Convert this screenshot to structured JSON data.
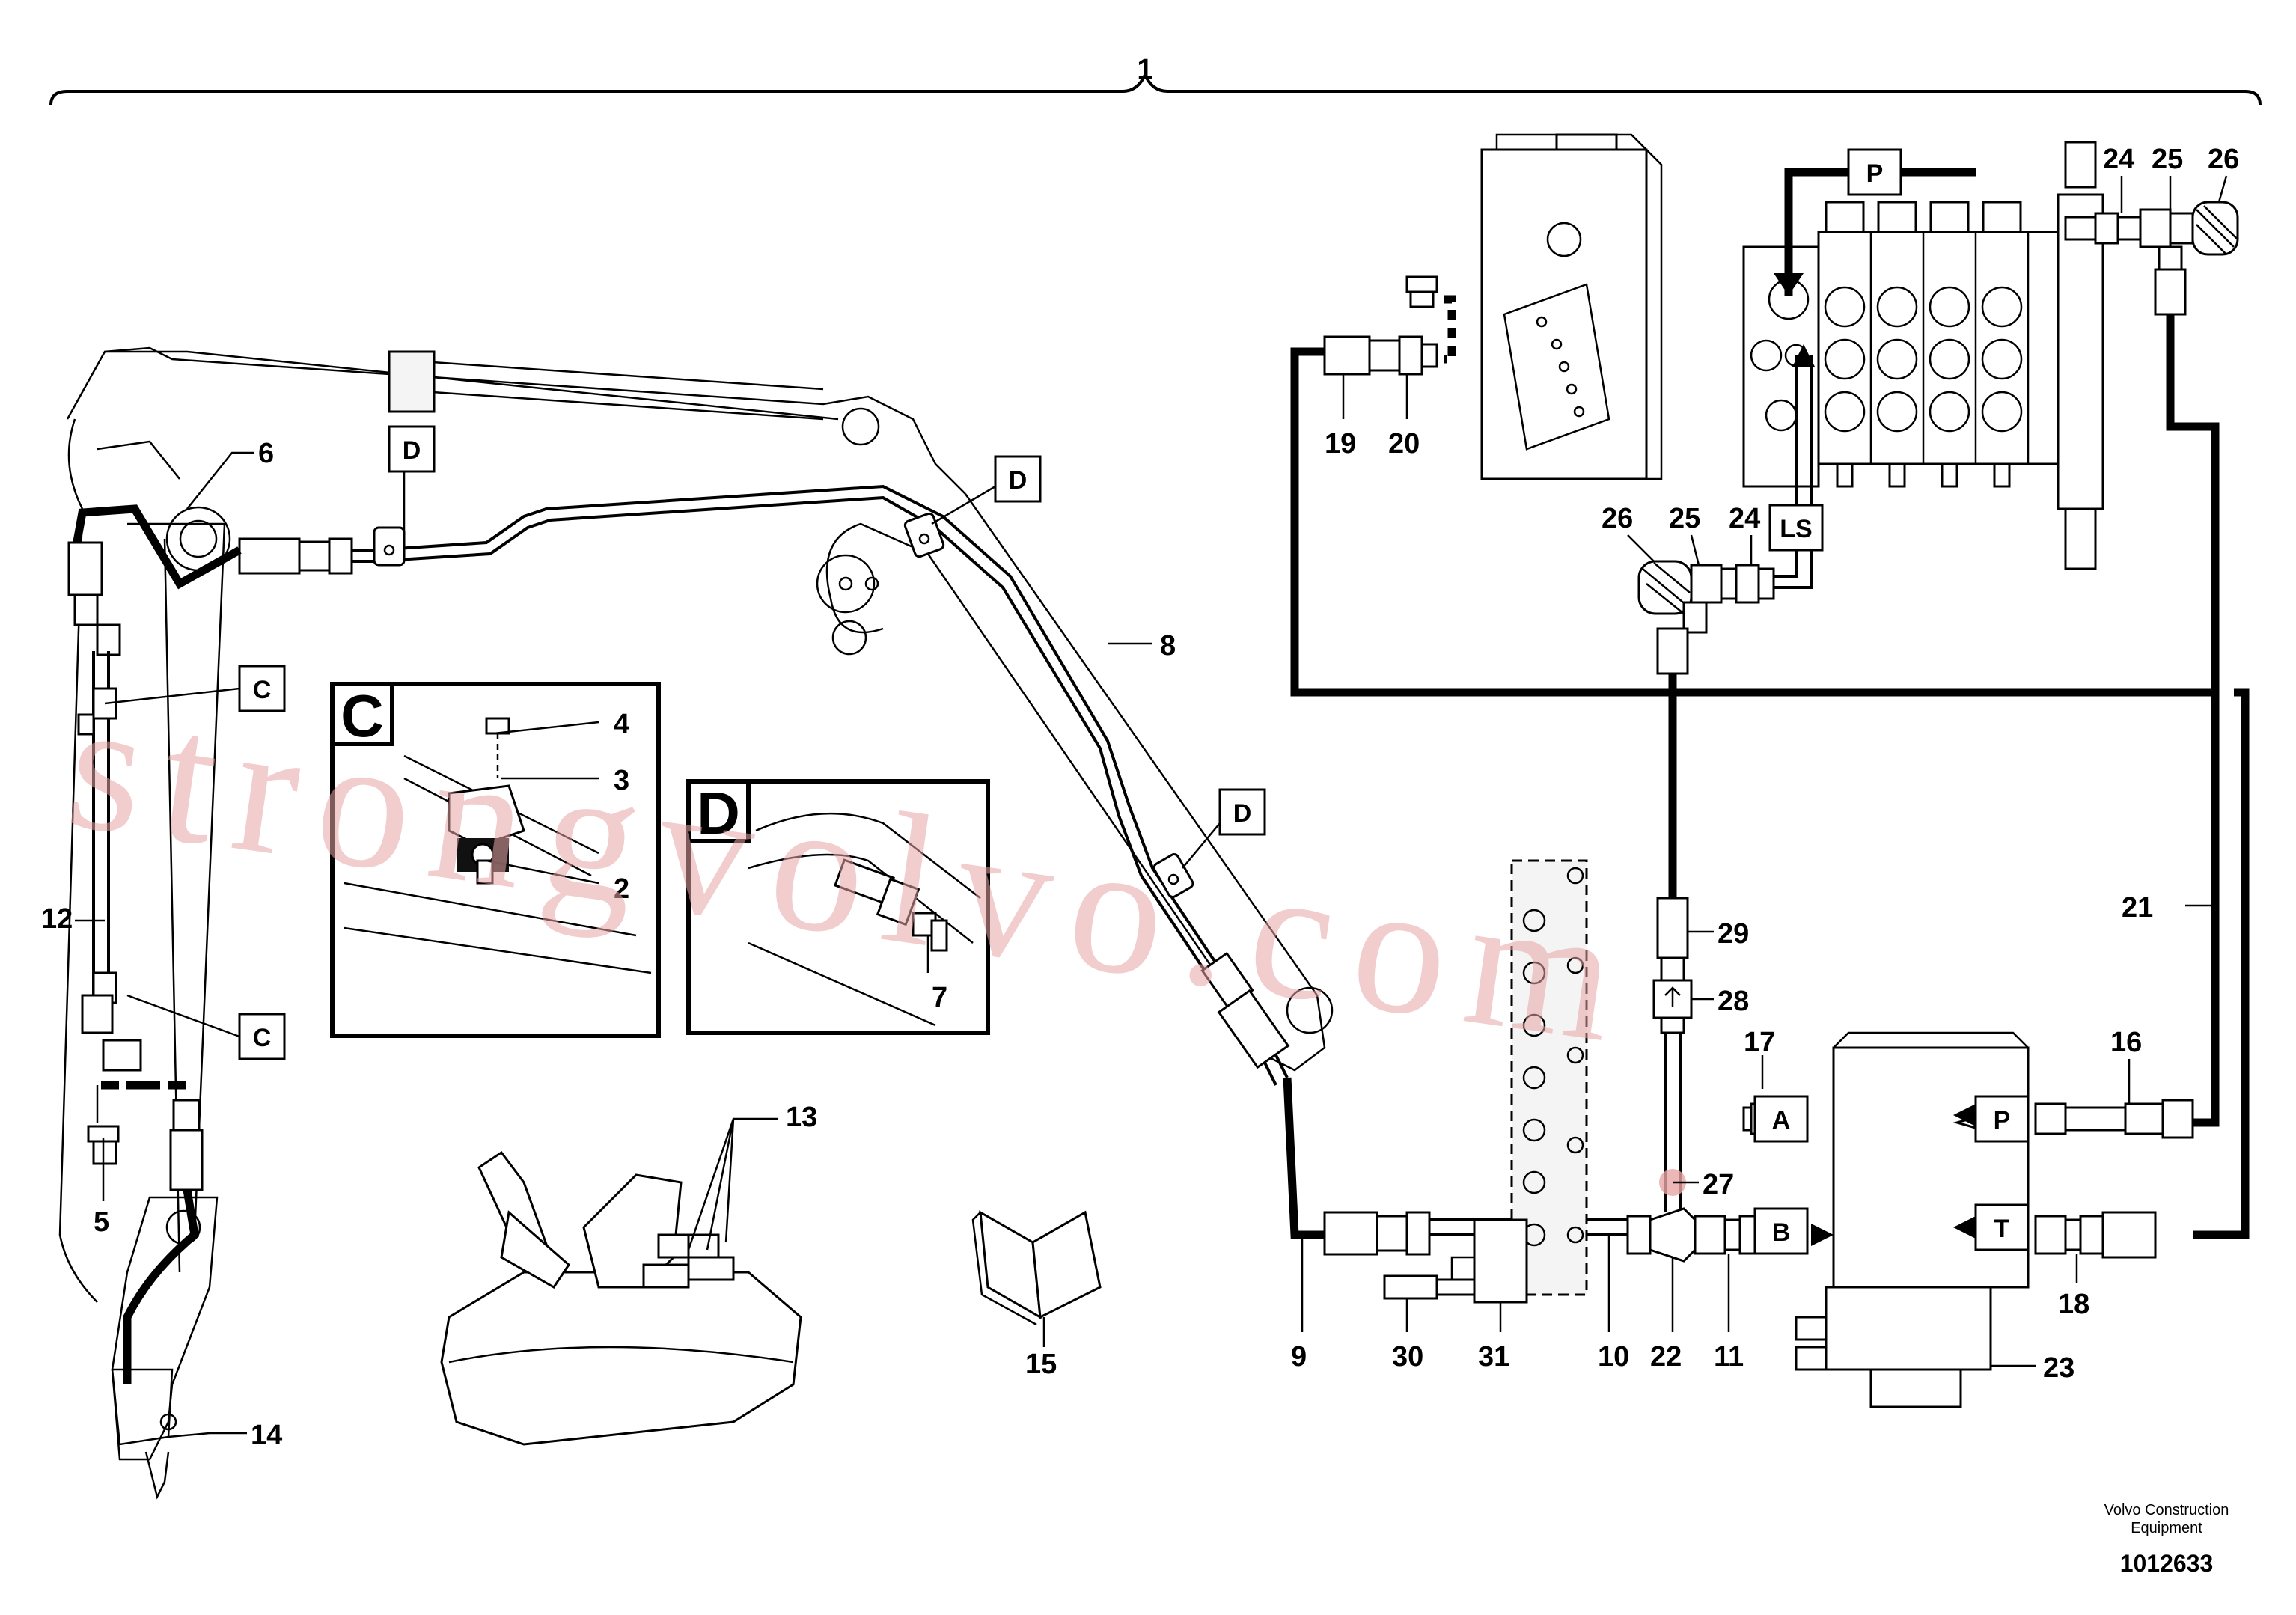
{
  "title_number": "1",
  "callouts": [
    {
      "id": "c2",
      "text": "2"
    },
    {
      "id": "c3",
      "text": "3"
    },
    {
      "id": "c4",
      "text": "4"
    },
    {
      "id": "c5",
      "text": "5"
    },
    {
      "id": "c6",
      "text": "6"
    },
    {
      "id": "c7",
      "text": "7"
    },
    {
      "id": "c8",
      "text": "8"
    },
    {
      "id": "c9",
      "text": "9"
    },
    {
      "id": "c10",
      "text": "10"
    },
    {
      "id": "c11",
      "text": "11"
    },
    {
      "id": "c12",
      "text": "12"
    },
    {
      "id": "c13",
      "text": "13"
    },
    {
      "id": "c14",
      "text": "14"
    },
    {
      "id": "c15",
      "text": "15"
    },
    {
      "id": "c16",
      "text": "16"
    },
    {
      "id": "c17",
      "text": "17"
    },
    {
      "id": "c18",
      "text": "18"
    },
    {
      "id": "c19",
      "text": "19"
    },
    {
      "id": "c20",
      "text": "20"
    },
    {
      "id": "c21",
      "text": "21"
    },
    {
      "id": "c22",
      "text": "22"
    },
    {
      "id": "c23",
      "text": "23"
    },
    {
      "id": "c24a",
      "text": "24"
    },
    {
      "id": "c25a",
      "text": "25"
    },
    {
      "id": "c26a",
      "text": "26"
    },
    {
      "id": "c24b",
      "text": "24"
    },
    {
      "id": "c25b",
      "text": "25"
    },
    {
      "id": "c26b",
      "text": "26"
    },
    {
      "id": "c27",
      "text": "27"
    },
    {
      "id": "c28",
      "text": "28"
    },
    {
      "id": "c29",
      "text": "29"
    },
    {
      "id": "c30",
      "text": "30"
    },
    {
      "id": "c31",
      "text": "31"
    }
  ],
  "port_labels": {
    "p_top": "P",
    "ls": "LS",
    "a": "A",
    "b": "B",
    "p_valve": "P",
    "t": "T"
  },
  "detail_labels": {
    "c_box1": "C",
    "c_box2": "C",
    "d_box1": "D",
    "d_box2": "D",
    "d_box3": "D",
    "detail_c_title": "C",
    "detail_d_title": "D"
  },
  "footer": {
    "company_line1": "Volvo Construction",
    "company_line2": "Equipment",
    "drawing_number": "1012633"
  },
  "watermark": "strongvolvo.com"
}
